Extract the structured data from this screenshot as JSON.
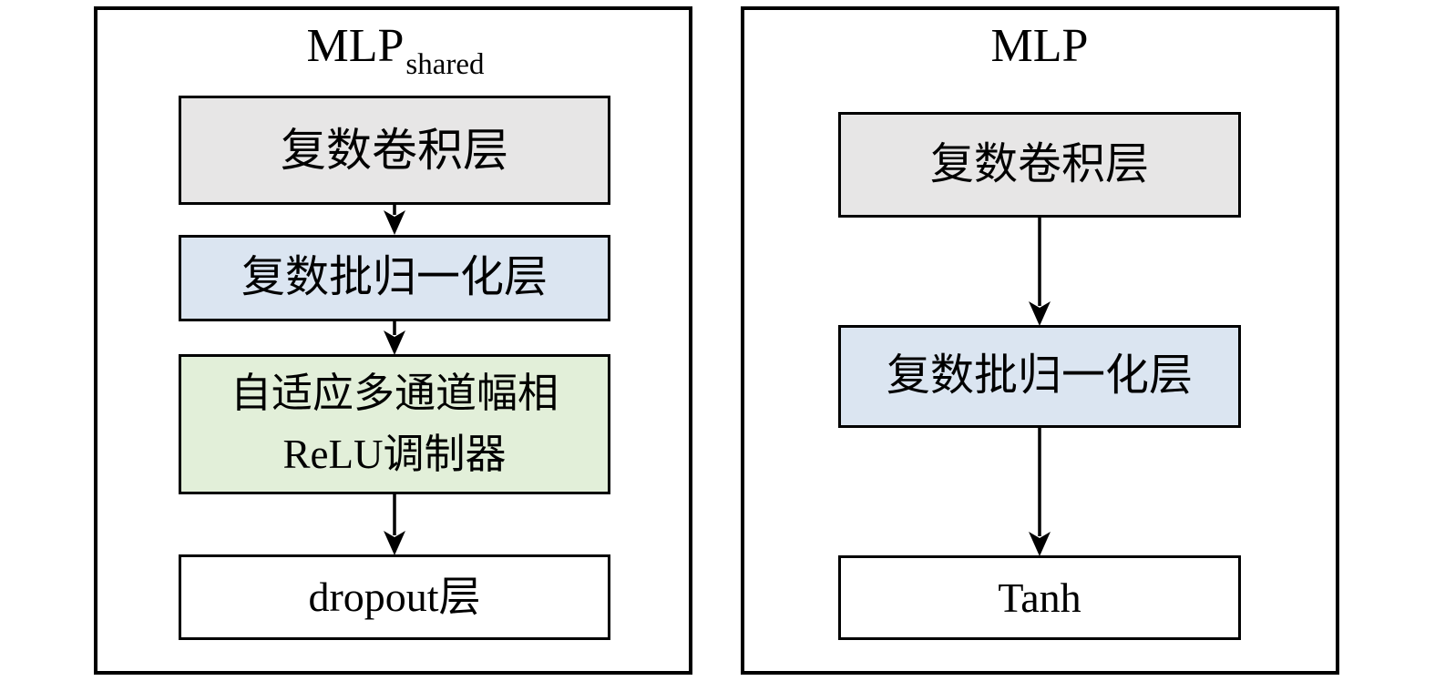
{
  "diagram": {
    "left_panel": {
      "title": "MLP",
      "title_subscript": "shared",
      "boxes": {
        "conv": "复数卷积层",
        "batchnorm": "复数批归一化层",
        "modulator_line1": "自适应多通道幅相",
        "modulator_line2": "ReLU调制器",
        "dropout": "dropout层"
      }
    },
    "right_panel": {
      "title": "MLP",
      "boxes": {
        "conv": "复数卷积层",
        "batchnorm": "复数批归一化层",
        "tanh": "Tanh"
      }
    },
    "colors": {
      "conv_fill": "#e7e6e6",
      "batchnorm_fill": "#dbe5f1",
      "modulator_fill": "#e2efd9",
      "plain_fill": "#ffffff",
      "border": "#000000"
    }
  }
}
